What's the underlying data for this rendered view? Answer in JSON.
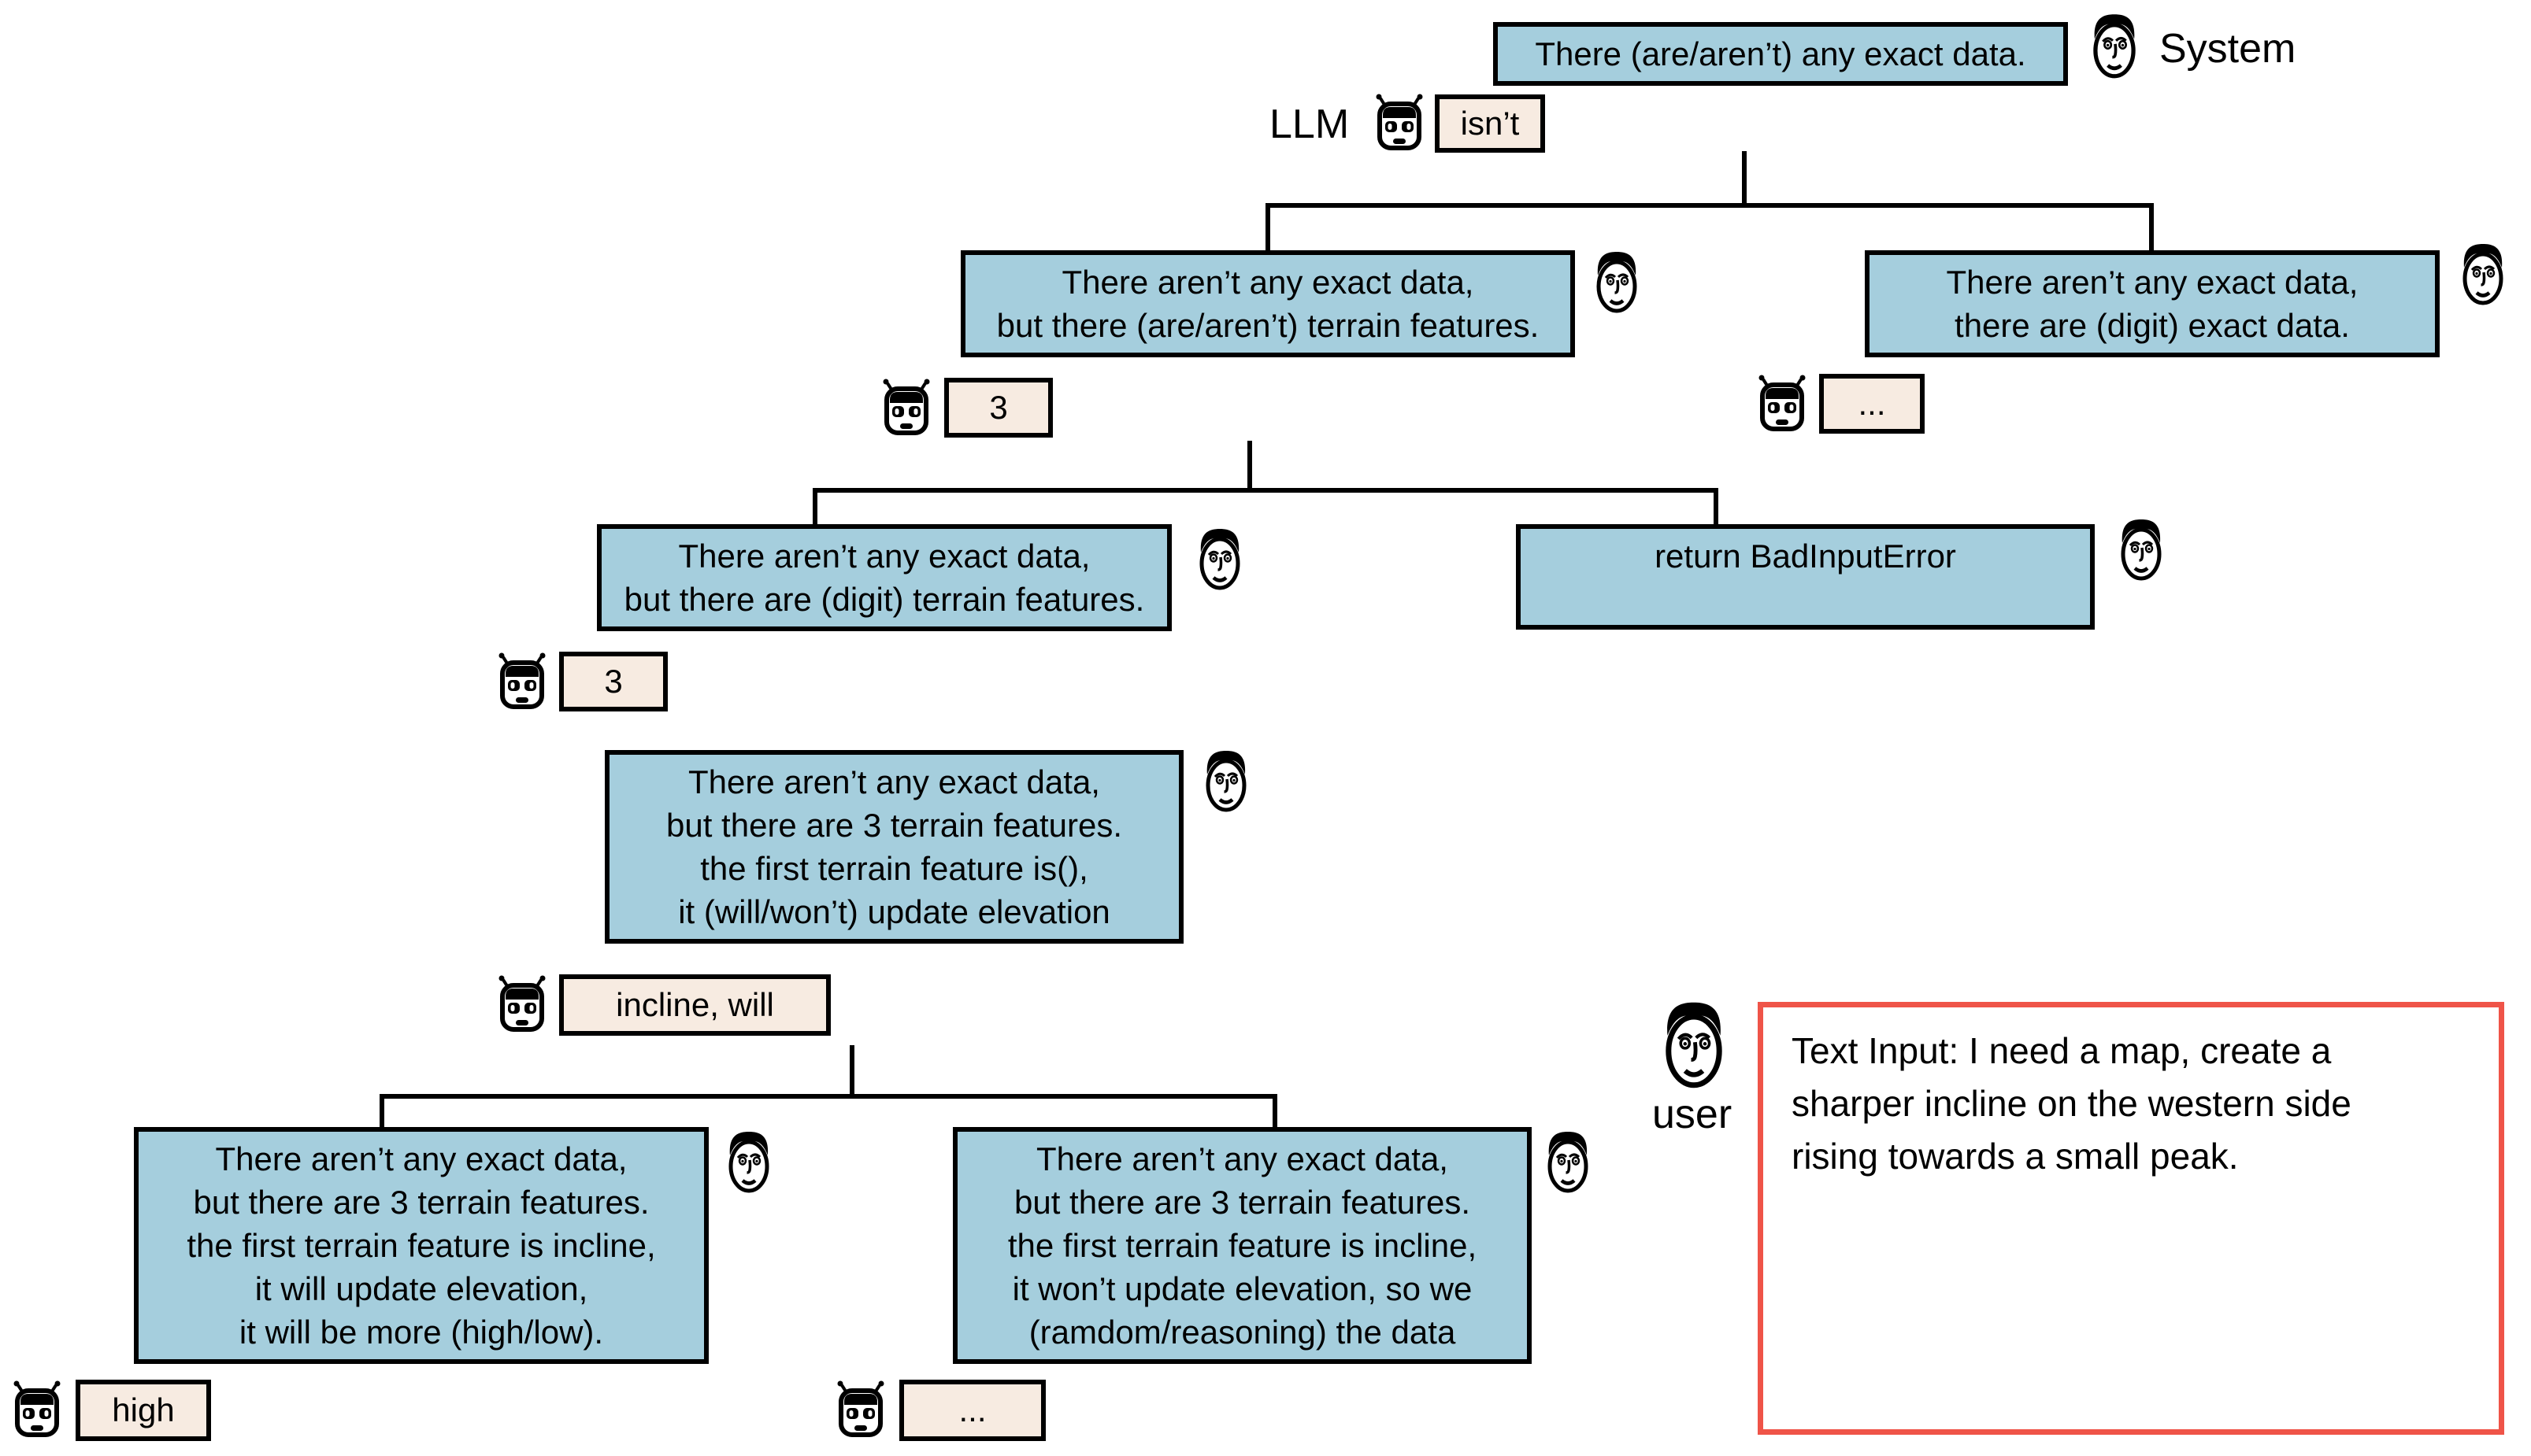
{
  "colors": {
    "node": "#a5cedd",
    "answer": "#f7ebe1",
    "input_border": "#ef5448"
  },
  "labels": {
    "system": "System",
    "llm": "LLM",
    "user": "user"
  },
  "nodes": {
    "root": "There (are/aren’t) any exact data.",
    "l2_left": "There aren’t any exact data,\nbut there (are/aren’t) terrain features.",
    "l2_right": "There aren’t any exact data,\nthere are (digit) exact data.",
    "l3_left": "There aren’t any exact data,\nbut there are (digit) terrain features.",
    "l3_right": "return BadInputError",
    "l4": "There aren’t any exact data,\nbut there are 3 terrain features.\nthe first terrain feature is(),\nit (will/won’t) update elevation",
    "l5_left": "There aren’t any exact data,\nbut there are 3 terrain features.\nthe first terrain feature is incline,\nit will update elevation,\nit will be more (high/low).",
    "l5_right": "There aren’t any exact data,\nbut there are 3 terrain features.\nthe first terrain feature is incline,\nit won’t update elevation, so we\n(ramdom/reasoning) the data"
  },
  "answers": {
    "root": "isn’t",
    "l2_left": "3",
    "l2_right": "...",
    "l3_left": "3",
    "l4": "incline, will",
    "l5_left": "high",
    "l5_right": "..."
  },
  "user_input": "Text Input: I need a map, create a\nsharper incline on the western side\nrising towards a small peak."
}
